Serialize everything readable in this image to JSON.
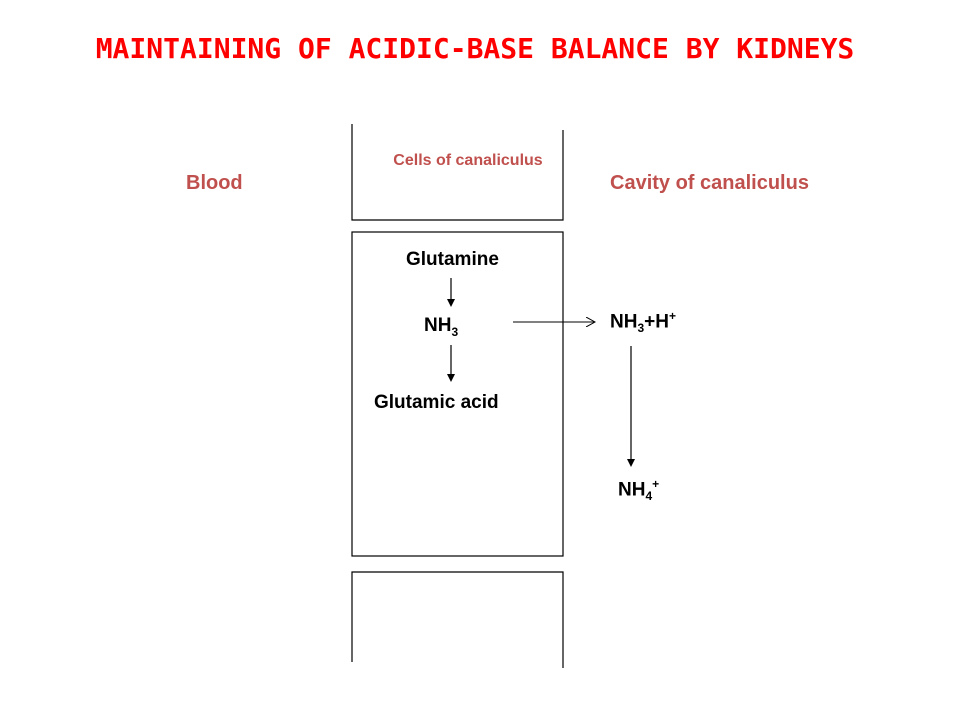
{
  "title": "MAINTAINING OF ACIDIC-BASE BALANCE BY KIDNEYS",
  "columns": {
    "blood": "Blood",
    "cells": "Cells of canaliculus",
    "cavity": "Cavity of canaliculus"
  },
  "cell": {
    "glutamine": "Glutamine",
    "nh3_base": "NH",
    "nh3_sub": "3",
    "glutamic_acid": "Glutamic acid"
  },
  "cavity": {
    "nh3h_base": "NH",
    "nh3h_sub": "3",
    "nh3h_plus": "+H",
    "nh3h_sup": "+",
    "nh4_base": "NH",
    "nh4_sub": "4",
    "nh4_sup": "+"
  },
  "colors": {
    "title": "#ff0000",
    "column_label": "#c0504d",
    "text": "#000000",
    "lines": "#000000"
  }
}
